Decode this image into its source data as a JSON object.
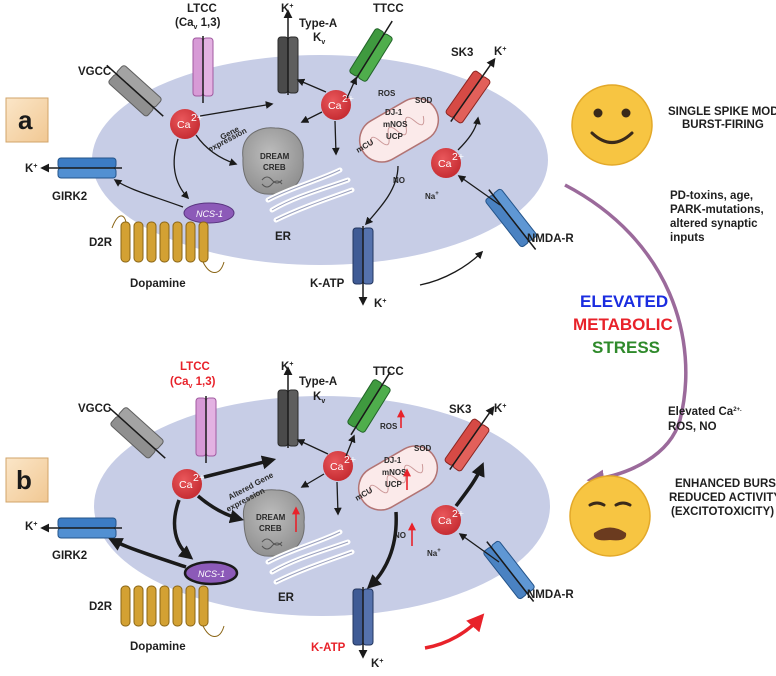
{
  "panels": {
    "a": {
      "letter": "a",
      "ltcc": "LTCC",
      "ltcc_sub": "(Ca",
      "ltcc_v": "v",
      "ltcc_tail": " 1,3)",
      "vgcc": "VGCC",
      "k_top": "K",
      "type_a": "Type-A",
      "kv": "K",
      "kv_sub": "v",
      "ttcc": "TTCC",
      "ros": "ROS",
      "sk3": "SK3",
      "k_sk3": "K",
      "k_girk": "K",
      "girk2": "GIRK2",
      "ca": "Ca",
      "gene": [
        "Gene",
        "expression"
      ],
      "dream": "DREAM",
      "creb": "CREB",
      "er": "ER",
      "dj1": "DJ-1",
      "mnos": "mNOS",
      "ucp": "UCP",
      "sod": "SOD",
      "mcu": "mCU",
      "no": "NO",
      "na": "Na",
      "ncs1": "NCS-1",
      "d2r": "D2R",
      "dopamine": "Dopamine",
      "katp": "K-ATP",
      "k_katp": "K",
      "nmdar": "NMDA-R"
    },
    "b": {
      "letter": "b",
      "ltcc": "LTCC",
      "ltcc_sub": "(Ca",
      "ltcc_v": "v",
      "ltcc_tail": " 1,3)",
      "vgcc": "VGCC",
      "k_top": "K",
      "type_a": "Type-A",
      "kv": "K",
      "kv_sub": "v",
      "ttcc": "TTCC",
      "ros": "ROS",
      "sk3": "SK3",
      "k_sk3": "K",
      "k_girk": "K",
      "girk2": "GIRK2",
      "ca": "Ca",
      "gene": [
        "Altered Gene",
        "expression"
      ],
      "dream": "DREAM",
      "creb": "CREB",
      "er": "ER",
      "dj1": "DJ-1",
      "mnos": "mNOS",
      "ucp": "UCP",
      "sod": "SOD",
      "mcu": "mCU",
      "no": "NO",
      "na": "Na",
      "ncs1": "NCS-1",
      "d2r": "D2R",
      "dopamine": "Dopamine",
      "katp": "K-ATP",
      "k_katp": "K",
      "nmdar": "NMDA-R"
    }
  },
  "right": {
    "state_a": [
      "SINGLE SPIKE MODE",
      "BURST-FIRING"
    ],
    "triggers": [
      "PD-toxins, age,",
      "PARK-mutations,",
      "altered synaptic",
      "inputs"
    ],
    "stress": [
      "ELEVATED",
      "METABOLIC",
      "STRESS"
    ],
    "elevated": [
      "Elevated Ca",
      "ROS, NO"
    ],
    "state_b": [
      "ENHANCED BURST",
      "REDUCED ACTIVITY",
      "(EXCITOTOXICITY)"
    ]
  },
  "colors": {
    "cell": "#c7cde6",
    "ion": "#d8373c",
    "stress_blue": "#1a2ce0",
    "stress_red": "#e8222a",
    "stress_green": "#2f8a2b",
    "curve": "#9b6a9b",
    "face": "#f7c542",
    "highlight_red": "#e8222a"
  },
  "icons": [
    "happy-face-icon",
    "sad-face-icon",
    "dna-icon"
  ]
}
